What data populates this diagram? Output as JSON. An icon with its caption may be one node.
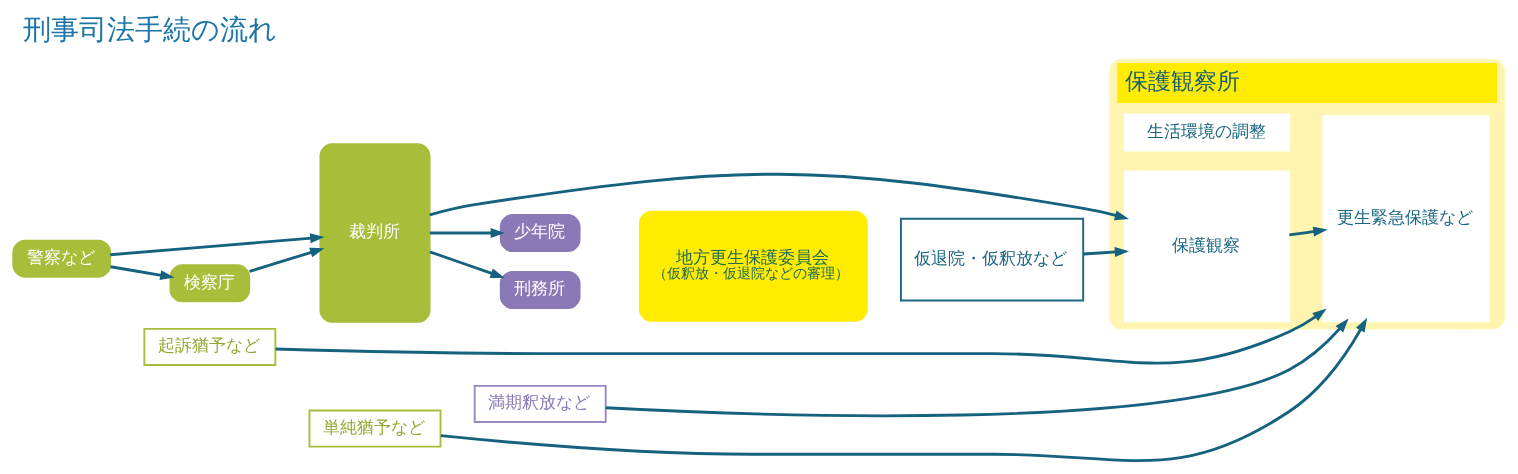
{
  "diagram": {
    "title": "刑事司法手続の流れ",
    "nodes": [
      {
        "text": [
          "保護観察所"
        ]
      },
      {
        "text": [
          "生活環境の調整"
        ],
        "in": 0
      },
      {
        "text": [
          "警察など"
        ]
      },
      {
        "text": [
          "検察庁"
        ]
      },
      {
        "text": [
          "起訴猶予など"
        ]
      },
      {
        "text": [
          "裁判所"
        ]
      },
      {
        "text": [
          "単純猶予など"
        ]
      },
      {
        "text": [
          "少年院"
        ]
      },
      {
        "text": [
          "刑務所"
        ]
      },
      {
        "text": [
          "地方更生保護委員会",
          "（仮釈放・仮退院などの審理）"
        ]
      },
      {
        "text": [
          "満期釈放など"
        ]
      },
      {
        "text": [
          "仮退院・仮釈放など"
        ]
      },
      {
        "text": [
          "保護観察"
        ],
        "in": 0
      },
      {
        "text": [
          "更生緊急保護など"
        ],
        "in": 0
      }
    ],
    "edges": [
      {
        "from": 2,
        "to": 5,
        "arrow": "to"
      },
      {
        "from": 2,
        "to": 3,
        "arrow": "to"
      },
      {
        "from": 3,
        "to": 5,
        "arrow": "to"
      },
      {
        "from": 5,
        "to": 12,
        "arrow": "to"
      },
      {
        "from": 5,
        "to": 7,
        "arrow": "to"
      },
      {
        "from": 5,
        "to": 8,
        "arrow": "to"
      },
      {
        "from": 11,
        "to": 12,
        "arrow": "to"
      },
      {
        "from": 12,
        "to": 13,
        "arrow": "to"
      },
      {
        "from": 10,
        "to": 13,
        "arrow": "to"
      },
      {
        "from": 4,
        "to": 13,
        "arrow": "to"
      },
      {
        "from": 6,
        "to": 13,
        "arrow": "to"
      }
    ]
  }
}
